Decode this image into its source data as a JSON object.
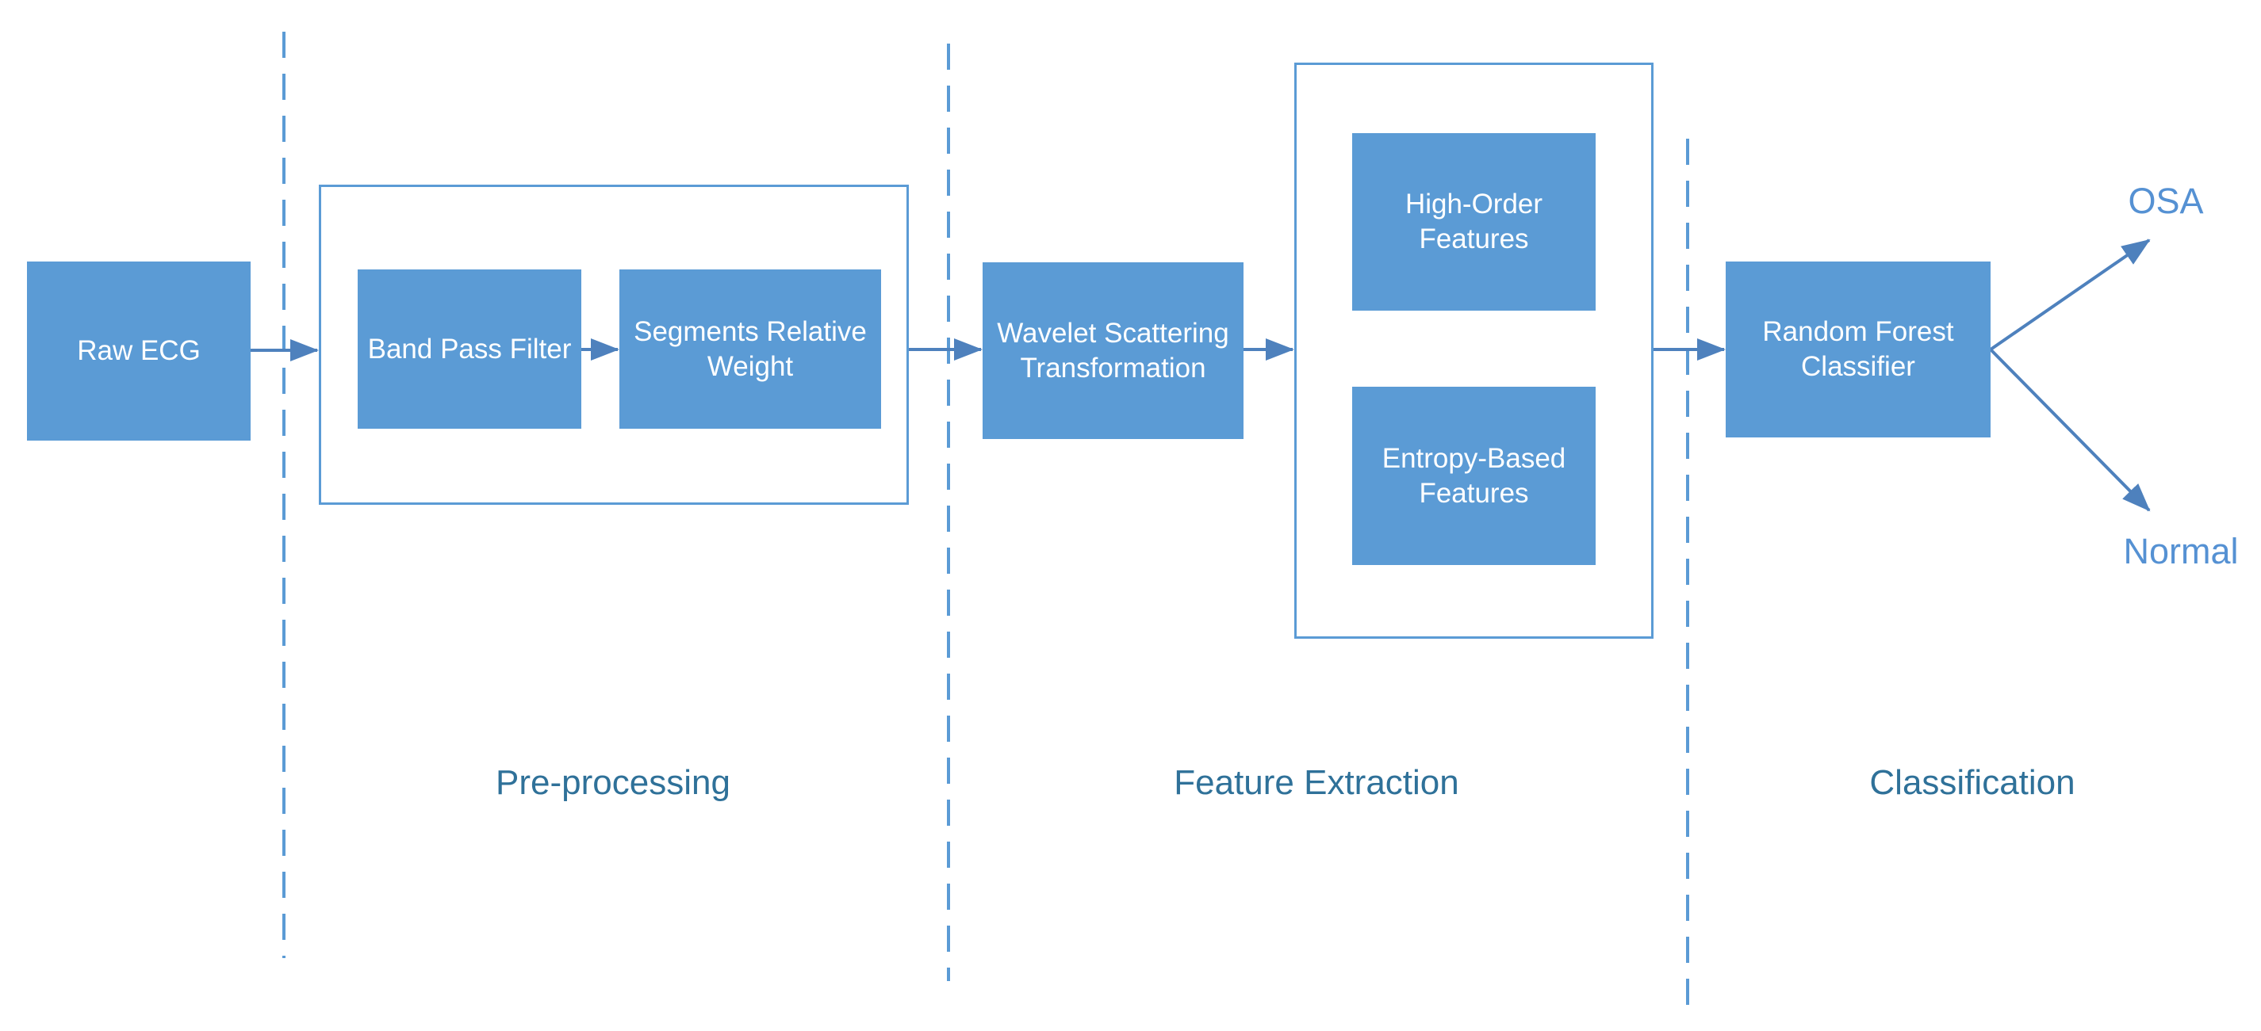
{
  "colors": {
    "box_fill": "#5B9BD5",
    "box_text": "#FFFFFF",
    "connector": "#4E81BD",
    "dashed_line": "#5B9BD5",
    "container_border": "#5B9BD5",
    "section_label": "#2F7199",
    "outcome_label": "#5591D3",
    "background": "#FFFFFF"
  },
  "nodes": {
    "raw_ecg": {
      "label": "Raw ECG"
    },
    "band_pass": {
      "label": "Band Pass Filter"
    },
    "segments": {
      "label": "Segments Relative Weight"
    },
    "wavelet": {
      "label": "Wavelet Scattering Transformation"
    },
    "high_order": {
      "label": "High-Order Features"
    },
    "entropy": {
      "label": "Entropy-Based Features"
    },
    "random_forest": {
      "label": "Random Forest Classifier"
    }
  },
  "sections": {
    "preprocessing": {
      "label": "Pre-processing"
    },
    "feature_extraction": {
      "label": "Feature Extraction"
    },
    "classification": {
      "label": "Classification"
    }
  },
  "outcomes": {
    "osa": {
      "label": "OSA"
    },
    "normal": {
      "label": "Normal"
    }
  }
}
